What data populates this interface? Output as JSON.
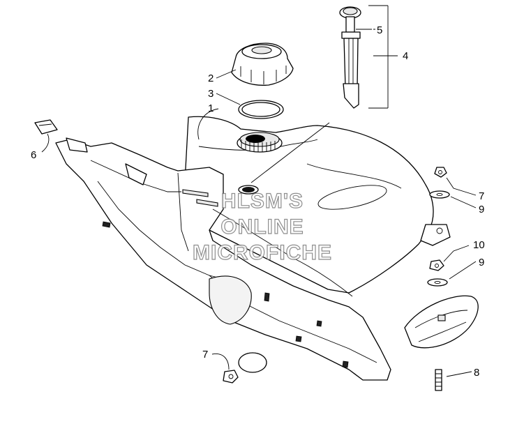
{
  "callouts": {
    "c1": "1",
    "c2": "2",
    "c3": "3",
    "c4": "4",
    "c5": "5",
    "c6": "6",
    "c7a": "7",
    "c7b": "7",
    "c8": "8",
    "c9a": "9",
    "c9b": "9",
    "c10": "10"
  },
  "watermark": {
    "line1": "HLSM'S",
    "line2": "ONLINE",
    "line3": "MICROFICHE"
  }
}
